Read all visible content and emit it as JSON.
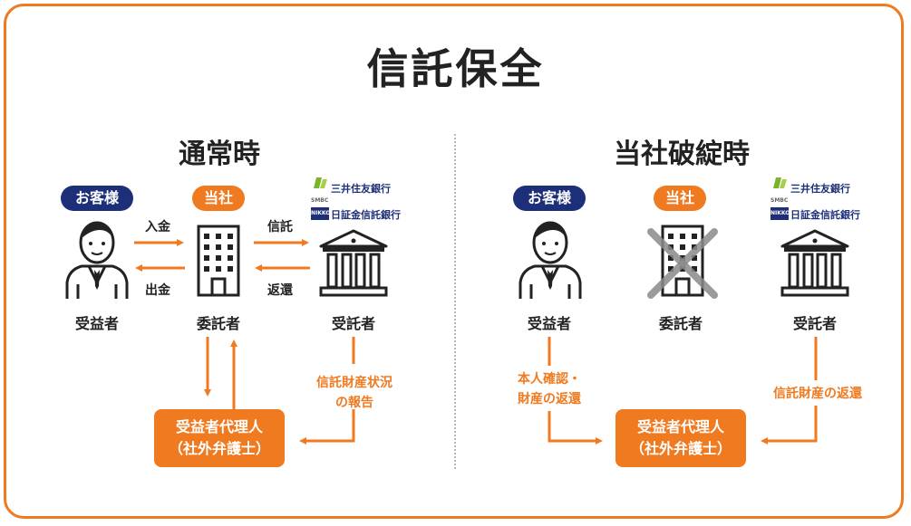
{
  "title": "信託保全",
  "colors": {
    "accent": "#f07a20",
    "navy": "#1d2f78",
    "text": "#222222"
  },
  "normal": {
    "heading": "通常時",
    "customer_badge": "お客様",
    "company_badge": "当社",
    "bank_smbc": "三井住友銀行",
    "bank_nikko": "日証金信託銀行",
    "smbc_mark": "SMBC",
    "nikko_mark": "NIKKO",
    "role_beneficiary": "受益者",
    "role_trustor": "委託者",
    "role_trustee": "受託者",
    "deposit": "入金",
    "withdrawal": "出金",
    "trust": "信託",
    "return": "返還",
    "report_line1": "信託財産状況",
    "report_line2": "の報告",
    "agent_line1": "受益者代理人",
    "agent_line2": "（社外弁護士）"
  },
  "bankrupt": {
    "heading": "当社破綻時",
    "customer_badge": "お客様",
    "company_badge": "当社",
    "bank_smbc": "三井住友銀行",
    "bank_nikko": "日証金信託銀行",
    "smbc_mark": "SMBC",
    "nikko_mark": "NIKKO",
    "role_beneficiary": "受益者",
    "role_trustor": "委託者",
    "role_trustee": "受託者",
    "verify_line1": "本人確認・",
    "verify_line2": "財産の返還",
    "trust_return": "信託財産の返還",
    "agent_line1": "受益者代理人",
    "agent_line2": "（社外弁護士）"
  }
}
